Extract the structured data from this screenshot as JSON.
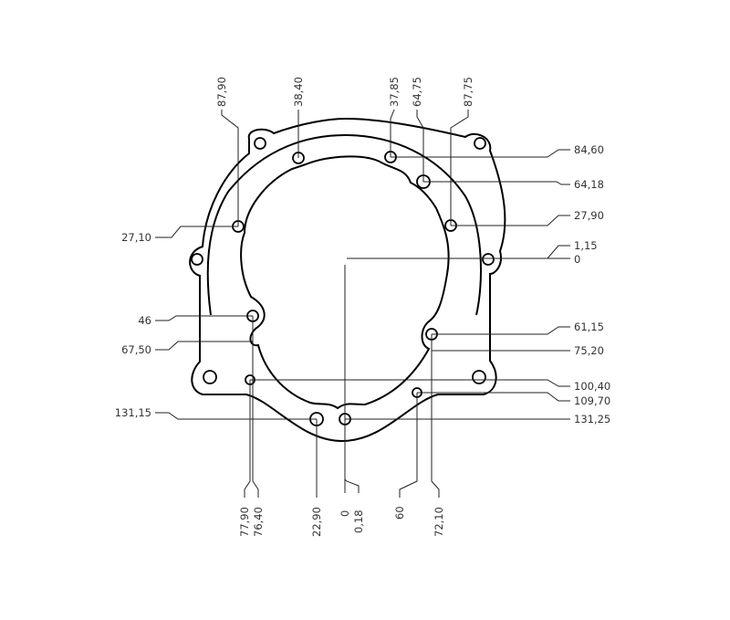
{
  "drawing": {
    "top_labels": [
      "87,90",
      "38,40",
      "37,85",
      "64,75",
      "87,75"
    ],
    "right_labels": [
      "84,60",
      "64,18",
      "27,90",
      "1,15",
      "0",
      "61,15",
      "75,20",
      "100,40",
      "109,70",
      "131,25"
    ],
    "left_labels": [
      "27,10",
      "46",
      "67,50",
      "131,15"
    ],
    "bottom_labels": [
      "77,90",
      "76,40",
      "22,90",
      "0",
      "0,18",
      "60",
      "72,10"
    ]
  }
}
